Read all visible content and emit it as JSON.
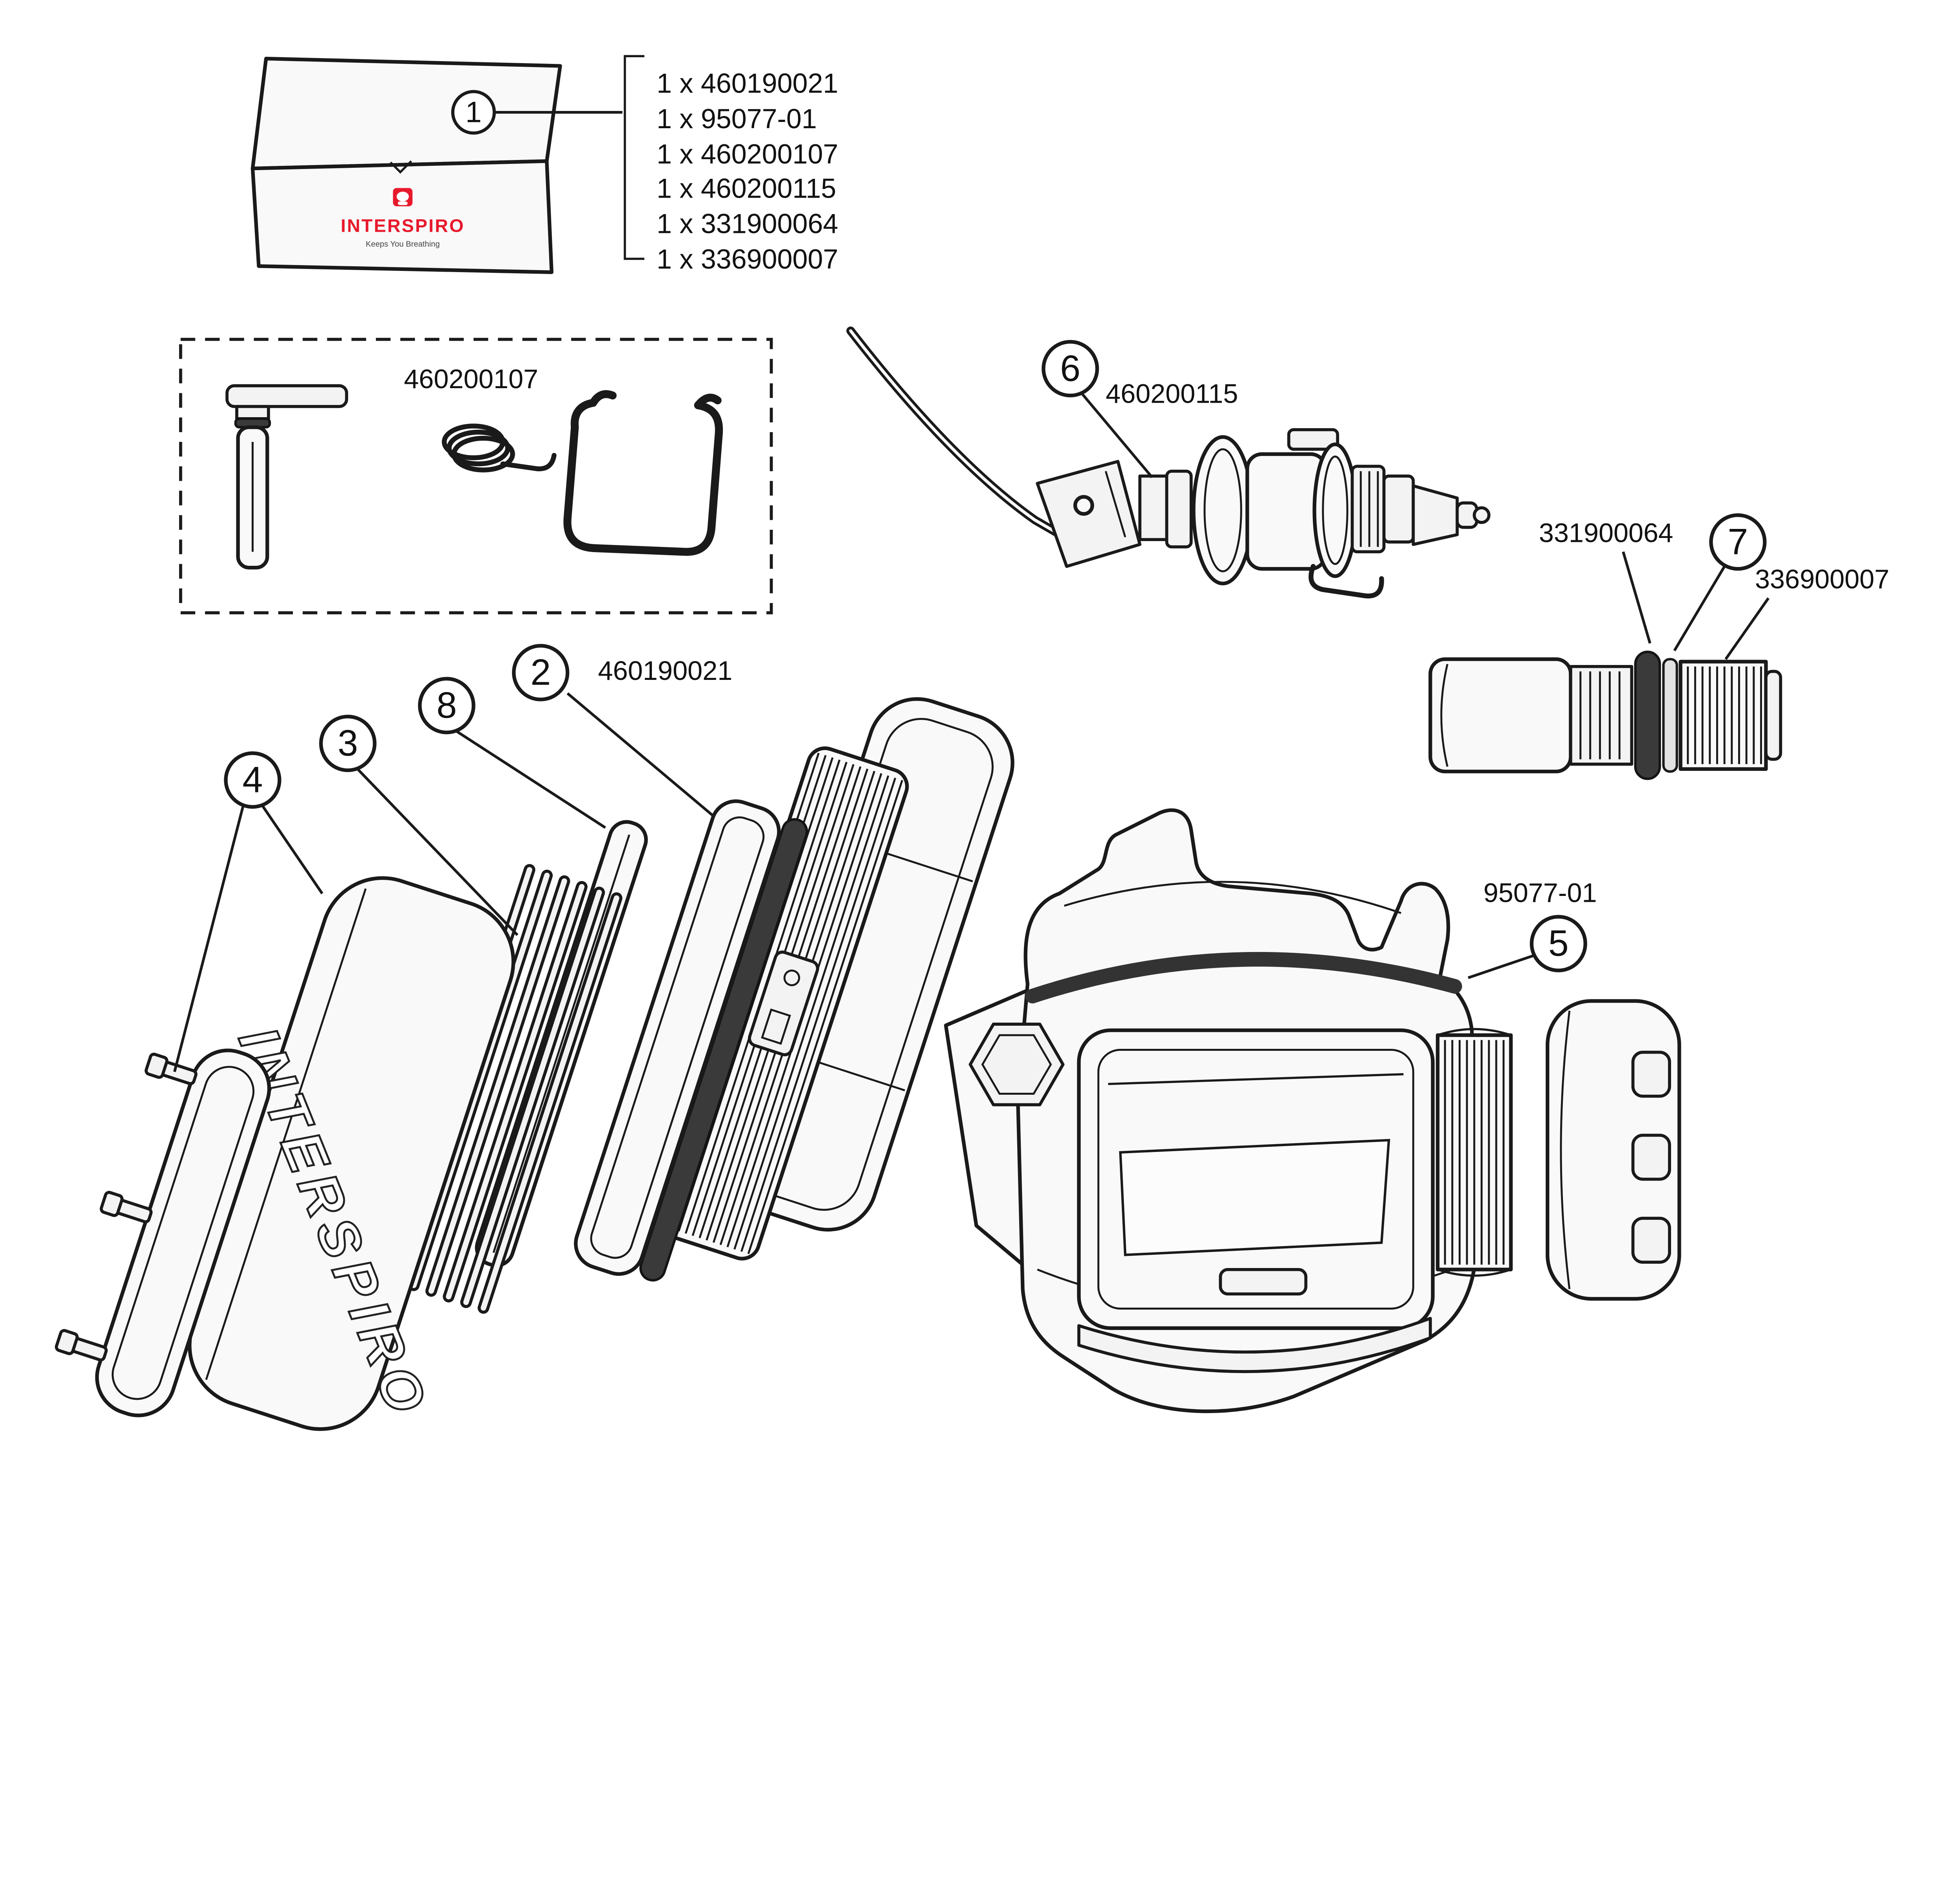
{
  "diagram": {
    "accent_red": "#e8192c",
    "line_color": "#1a1a1a",
    "brand": {
      "name": "INTERSPIRO",
      "tagline": "Keeps You Breathing"
    },
    "kit": {
      "callout": "1",
      "contents": [
        "1 x 460190021",
        "1 x 95077-01",
        "1 x 460200107",
        "1 x 460200115",
        "1 x 331900064",
        "1 x 336900007"
      ]
    },
    "spares_box": {
      "part_number": "460200107"
    },
    "valve": {
      "callout": "6",
      "part_number": "460200115"
    },
    "adapter": {
      "oring_label": "331900064",
      "callout": "7",
      "nipple_label": "336900007"
    },
    "housing": {
      "oring_label": "95077-01",
      "callout": "5"
    },
    "stack": {
      "cover_callout": "4",
      "grille_callout": "3",
      "frame_callout": "8",
      "filter_callout": "2",
      "filter_label": "460190021",
      "shell_text": "INTERSPIRO"
    }
  }
}
